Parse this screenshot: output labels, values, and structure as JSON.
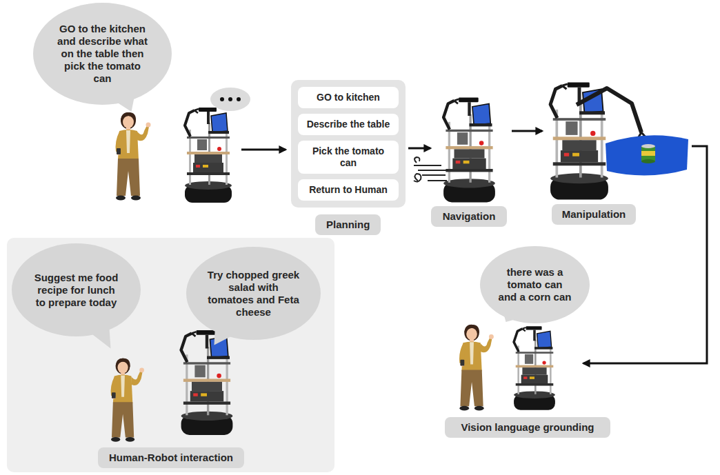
{
  "diagram": {
    "nodes": [
      {
        "text": [
          "GO to the kitchen and describe what on the table then pick the tomato can"
        ]
      },
      {
        "text": [
          "Planning"
        ]
      },
      {
        "text": [
          "GO to kitchen"
        ],
        "in": 1
      },
      {
        "text": [
          "Describe the table"
        ],
        "in": 1
      },
      {
        "text": [
          "Pick the tomato can"
        ],
        "in": 1
      },
      {
        "text": [
          "Return to Human"
        ],
        "in": 1
      },
      {
        "text": [
          "Navigation"
        ]
      },
      {
        "text": [
          "Manipulation"
        ]
      },
      {
        "text": [
          "there was a tomato can and a corn can"
        ]
      },
      {
        "text": [
          "Vision language grounding"
        ]
      },
      {
        "text": [
          "Human-Robot interaction"
        ]
      },
      {
        "text": [
          "Suggest me food recipe for lunch to prepare today"
        ],
        "in": 10
      },
      {
        "text": [
          "Try chopped greek salad with tomatoes and Feta cheese"
        ],
        "in": 10
      }
    ]
  }
}
